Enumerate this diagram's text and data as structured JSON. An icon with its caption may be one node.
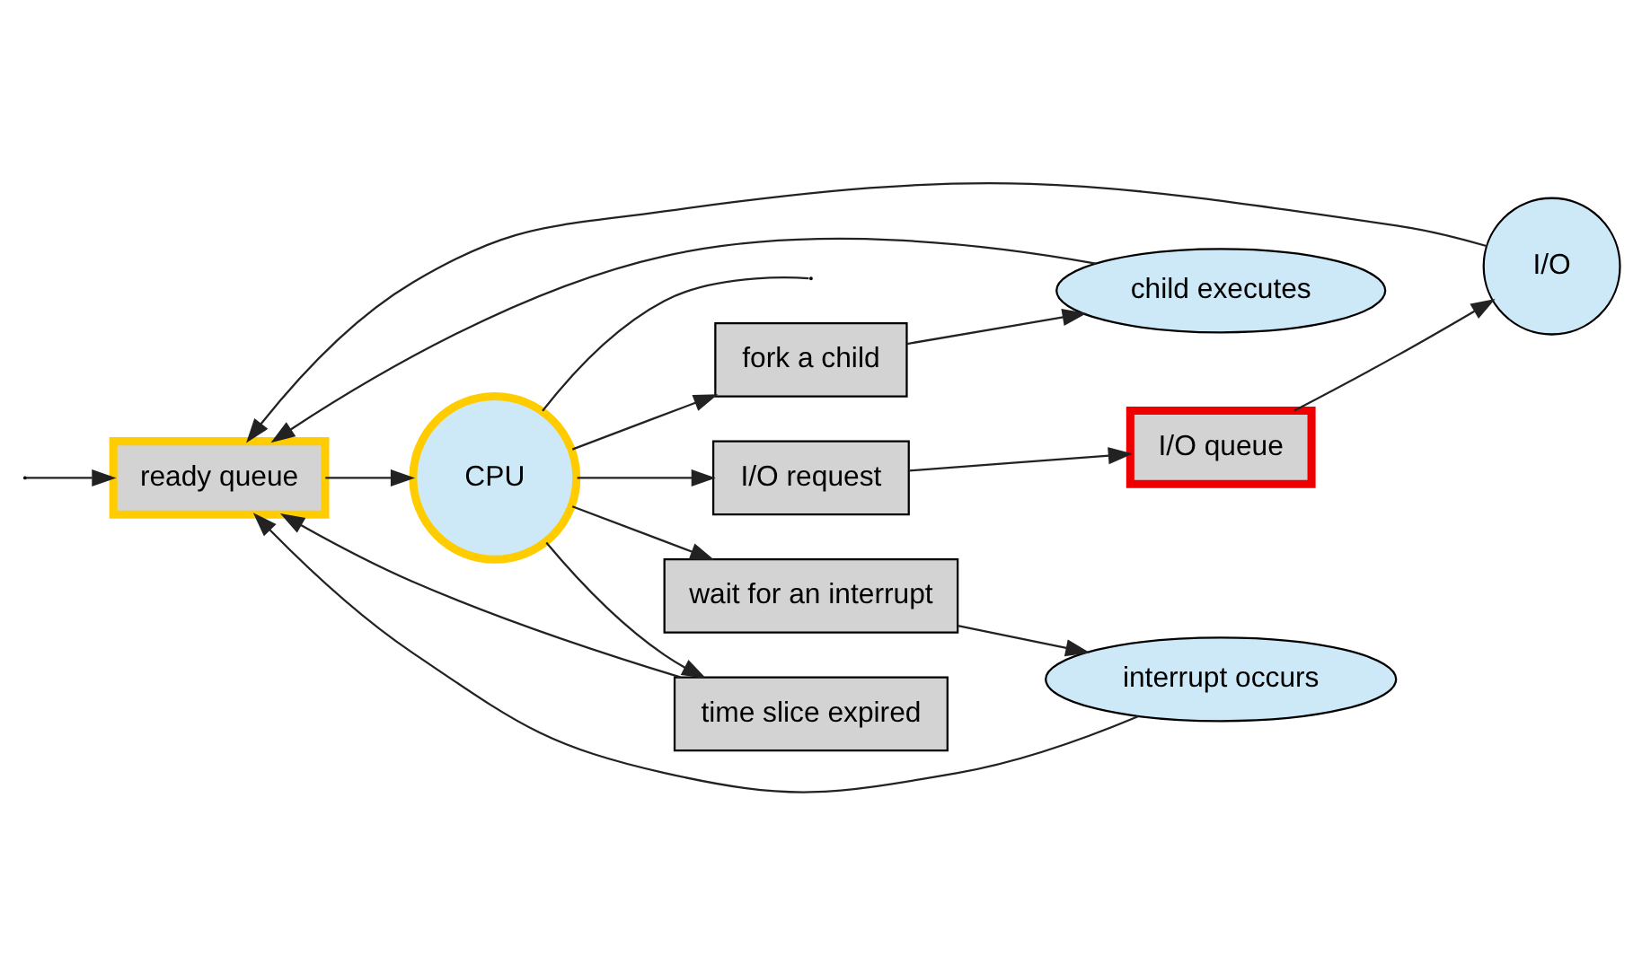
{
  "diagram": {
    "nodes": [
      {
        "text": [
          "ready queue"
        ]
      },
      {
        "text": [
          "CPU"
        ]
      },
      {
        "text": [
          "I/O request"
        ]
      },
      {
        "text": [
          "time slice expired"
        ]
      },
      {
        "text": [
          "fork a child"
        ]
      },
      {
        "text": [
          "wait for an interrupt"
        ]
      },
      {
        "text": [
          "I/O queue"
        ]
      },
      {
        "text": [
          "I/O"
        ]
      },
      {
        "text": [
          "child executes"
        ]
      },
      {
        "text": [
          "interrupt occurs"
        ]
      }
    ],
    "edges": [
      {
        "from": null,
        "to": 0,
        "arrow": "to"
      },
      {
        "from": 0,
        "to": 1,
        "arrow": "to"
      },
      {
        "from": 1,
        "to": null,
        "arrow": "none"
      },
      {
        "from": 1,
        "to": 2,
        "arrow": "to"
      },
      {
        "from": 1,
        "to": 3,
        "arrow": "to"
      },
      {
        "from": 1,
        "to": 4,
        "arrow": "to"
      },
      {
        "from": 1,
        "to": 5,
        "arrow": "to"
      },
      {
        "from": 2,
        "to": 6,
        "arrow": "to"
      },
      {
        "from": 6,
        "to": 7,
        "arrow": "to"
      },
      {
        "from": 7,
        "to": 0,
        "arrow": "to"
      },
      {
        "from": 3,
        "to": 0,
        "arrow": "to"
      },
      {
        "from": 4,
        "to": 8,
        "arrow": "to"
      },
      {
        "from": 8,
        "to": 0,
        "arrow": "to"
      },
      {
        "from": 5,
        "to": 9,
        "arrow": "to"
      },
      {
        "from": 9,
        "to": 0,
        "arrow": "to"
      }
    ]
  }
}
